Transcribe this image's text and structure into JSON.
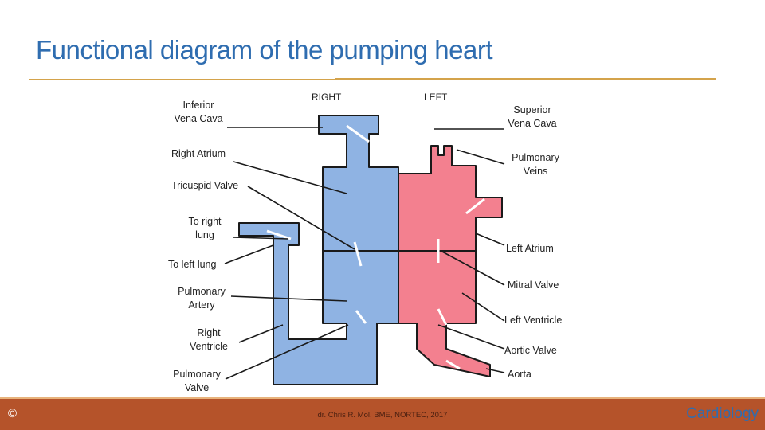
{
  "title": "Functional diagram of the pumping heart",
  "diagram": {
    "side_right": "RIGHT",
    "side_left": "LEFT",
    "labels": {
      "inferior_vena_cava": "Inferior\nVena Cava",
      "right_atrium": "Right Atrium",
      "tricuspid_valve": "Tricuspid Valve",
      "to_right_lung": "To right\nlung",
      "to_left_lung": "To left lung",
      "pulmonary_artery": "Pulmonary\nArtery",
      "right_ventricle": "Right\nVentricle",
      "pulmonary_valve": "Pulmonary\nValve",
      "superior_vena_cava": "Superior\nVena Cava",
      "pulmonary_veins": "Pulmonary\nVeins",
      "left_atrium": "Left Atrium",
      "mitral_valve": "Mitral Valve",
      "left_ventricle": "Left Ventricle",
      "aortic_valve": "Aortic Valve",
      "aorta": "Aorta"
    },
    "colors": {
      "deoxygenated": "#8fb3e3",
      "oxygenated": "#f3808f",
      "outline": "#1a1a1a"
    }
  },
  "footer": {
    "copyright": "©",
    "credit": "dr. Chris R. Mol, BME, NORTEC, 2017",
    "brand": "Cardiology"
  }
}
